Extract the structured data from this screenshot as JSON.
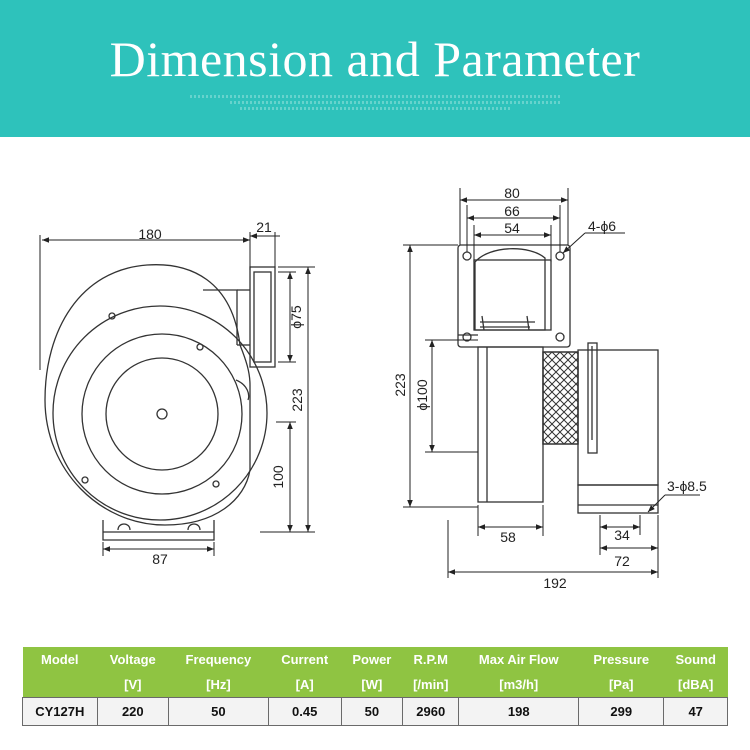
{
  "banner": {
    "title": "Dimension and Parameter",
    "bg_color": "#2ec2bb"
  },
  "drawing": {
    "dims": {
      "width_180": "180",
      "width_21": "21",
      "dia_75": "ϕ75",
      "height_223_left": "223",
      "height_100": "100",
      "base_87": "87",
      "flange_80": "80",
      "flange_66": "66",
      "flange_54": "54",
      "holes_4": "4-ϕ6",
      "height_223_right": "223",
      "dia_100": "ϕ100",
      "base_58": "58",
      "slot_34": "34",
      "slot_72": "72",
      "length_192": "192",
      "holes_3": "3-ϕ8.5"
    }
  },
  "table": {
    "header_color": "#8fc442",
    "headers": [
      {
        "name": "Model",
        "unit": ""
      },
      {
        "name": "Voltage",
        "unit": "[V]"
      },
      {
        "name": "Frequency",
        "unit": "[Hz]"
      },
      {
        "name": "Current",
        "unit": "[A]"
      },
      {
        "name": "Power",
        "unit": "[W]"
      },
      {
        "name": "R.P.M",
        "unit": "[/min]"
      },
      {
        "name": "Max Air Flow",
        "unit": "[m3/h]"
      },
      {
        "name": "Pressure",
        "unit": "[Pa]"
      },
      {
        "name": "Sound",
        "unit": "[dBA]"
      }
    ],
    "rows": [
      [
        "CY127H",
        "220",
        "50",
        "0.45",
        "50",
        "2960",
        "198",
        "299",
        "47"
      ]
    ]
  }
}
